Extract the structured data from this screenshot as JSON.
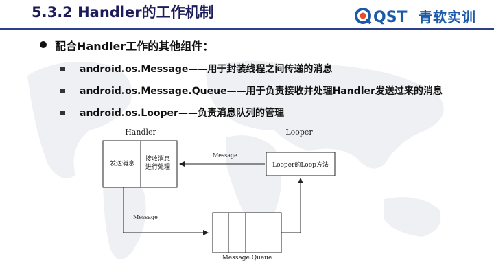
{
  "slide": {
    "title": "5.3.2  Handler的工作机制",
    "logo": {
      "brand": "QST",
      "text": "青软实训"
    },
    "main_bullet": "配合Handler工作的其他组件：",
    "sub_bullets": [
      "android.os.Message——用于封装线程之间传递的消息",
      "android.os.Message.Queue——用于负责接收并处理Handler发送过来的消息",
      "android.os.Looper——负责消息队列的管理"
    ]
  },
  "diagram": {
    "handler_label": "Handler",
    "looper_label": "Looper",
    "send_box": "发送消息",
    "receive_box_line1": "接收消息",
    "receive_box_line2": "进行处理",
    "message_top": "Message",
    "looper_box": "Looper的Loop方法",
    "message_left": "Message",
    "queue_label": "Message.Queue"
  },
  "colors": {
    "title": "#1c1c5a",
    "rule": "#2b3f8c",
    "logo": "#1b5aa8"
  }
}
